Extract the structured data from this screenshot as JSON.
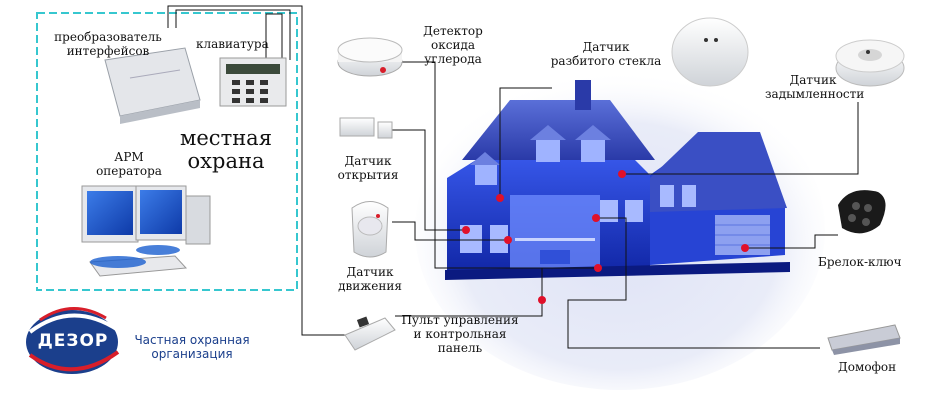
{
  "control_room": {
    "converter_label": "преобразователь интерфейсов",
    "keypad_label": "клавиатура",
    "workstation_label": "АРМ оператора",
    "local_guard_label": "местная охрана"
  },
  "devices": {
    "co_detector": "Детектор оксида углерода",
    "glass_break": "Датчик разбитого стекла",
    "smoke_detector": "Датчик задымленности",
    "opening_sensor": "Датчик открытия",
    "motion_sensor": "Датчик движения",
    "key_fob": "Брелок-ключ",
    "control_panel": "Пульт управления и контрольная панель",
    "intercom": "Домофон"
  },
  "logo": {
    "word": "ДЕЗОР",
    "caption": "Частная охранная организация"
  },
  "colors": {
    "dashed_frame": "#36c7cf",
    "house_blue": "#1f3fd8",
    "marker_red": "#e0102a",
    "logo_blue": "#1b3f8c",
    "logo_red": "#d81e2a"
  }
}
